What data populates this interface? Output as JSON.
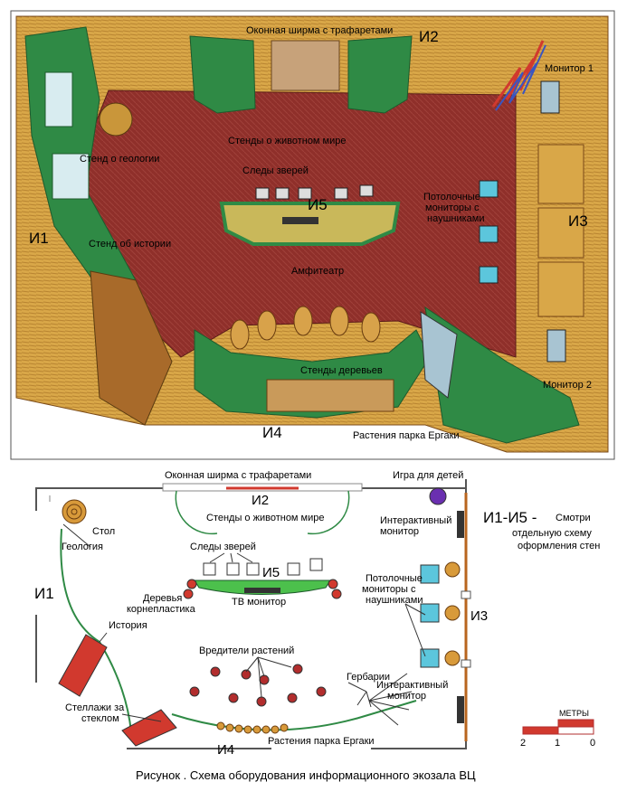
{
  "top": {
    "window_screen": "Оконная ширма с трафаретами",
    "i2": "И2",
    "monitor1": "Монитор 1",
    "animal_stands": "Стенды о животном мире",
    "geology_stand": "Стенд о геологии",
    "animal_tracks": "Следы зверей",
    "i5": "И5",
    "ceiling_monitors_l1": "Потолочные",
    "ceiling_monitors_l2": "мониторы с",
    "ceiling_monitors_l3": "наушниками",
    "i3": "И3",
    "i1": "И1",
    "history_stand": "Стенд об истории",
    "amphitheater": "Амфитеатр",
    "tree_stands": "Стенды деревьев",
    "monitor2": "Монитор 2",
    "i4": "И4",
    "ergaki_plants": "Растения парка Ергаки"
  },
  "plan": {
    "window_screen": "Оконная ширма с трафаретами",
    "kids_game": "Игра для детей",
    "i2": "И2",
    "animal_stands": "Стенды о животном мире",
    "table": "Стол",
    "geology": "Геология",
    "interactive_monitor_l1": "Интерактивный",
    "interactive_monitor_l2": "монитор",
    "legend_title": "И1-И5 -",
    "legend_l1": "Смотри",
    "legend_l2": "отдельную схему",
    "legend_l3": "оформления стен",
    "animal_tracks": "Следы зверей",
    "i5": "И5",
    "trees_l1": "Деревья",
    "trees_l2": "корнепластика",
    "tv_monitor": "ТВ монитор",
    "ceiling_l1": "Потолочные",
    "ceiling_l2": "мониторы с",
    "ceiling_l3": "наушниками",
    "i1": "И1",
    "history": "История",
    "i3": "И3",
    "pests": "Вредители растений",
    "herbaria": "Гербарии",
    "interactive2_l1": "Интерактивный",
    "interactive2_l2": "монитор",
    "shelves_l1": "Стеллажи за",
    "shelves_l2": "стеклом",
    "scale_title": "МЕТРЫ",
    "scale_2": "2",
    "scale_1": "1",
    "scale_0": "0",
    "i4": "И4",
    "ergaki_plants": "Растения парка Ергаки"
  },
  "caption": "Рисунок    . Схема оборудования информационного экозала ВЦ",
  "colors": {
    "floor": "#8f2f2a",
    "wall": "#d9a748",
    "stand_green": "#2f8a45",
    "red": "#d1392e",
    "purple": "#6a2fb0",
    "cyan": "#5cc6dc",
    "brown": "#b8651e"
  }
}
